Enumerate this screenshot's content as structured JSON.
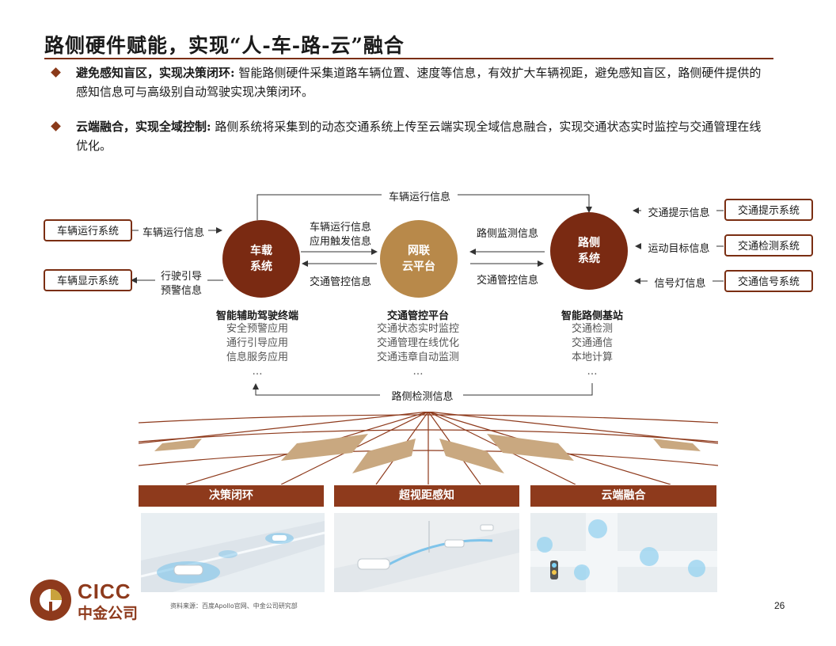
{
  "title": "路侧硬件赋能，实现“人-车-路-云”融合",
  "bullets": [
    {
      "head": "避免感知盲区，实现决策闭环:",
      "body": " 智能路侧硬件采集道路车辆位置、速度等信息，有效扩大车辆视距，避免感知盲区，路侧硬件提供的感知信息可与高级别自动驾驶实现决策闭环。"
    },
    {
      "head": "云端融合，实现全域控制:",
      "body": " 路侧系统将采集到的动态交通系统上传至云端实现全域信息融合，实现交通状态实时监控与交通管理在线优化。"
    }
  ],
  "diagram": {
    "left_systems": [
      "车辆运行系统",
      "车辆显示系统"
    ],
    "right_systems": [
      "交通提示系统",
      "交通检测系统",
      "交通信号系统"
    ],
    "nodes": {
      "vehicle": {
        "line1": "车载",
        "line2": "系统"
      },
      "cloud": {
        "line1": "网联",
        "line2": "云平台"
      },
      "roadside": {
        "line1": "路侧",
        "line2": "系统"
      }
    },
    "labels": {
      "top": "车辆运行信息",
      "bottom": "路侧检测信息",
      "left_upper": "车辆运行信息",
      "left_lower_1": "行驶引导",
      "left_lower_2": "预警信息",
      "vc_upper_1": "车辆运行信息",
      "vc_upper_2": "应用触发信息",
      "vc_lower": "交通管控信息",
      "cr_upper": "路侧监测信息",
      "cr_lower": "交通管控信息",
      "right_1": "交通提示信息",
      "right_2": "运动目标信息",
      "right_3": "信号灯信息"
    },
    "blocks": [
      {
        "title": "智能辅助驾驶终端",
        "items": [
          "安全预警应用",
          "通行引导应用",
          "信息服务应用",
          "…"
        ]
      },
      {
        "title": "交通管控平台",
        "items": [
          "交通状态实时监控",
          "交通管理在线优化",
          "交通违章自动监测",
          "…"
        ]
      },
      {
        "title": "智能路侧基站",
        "items": [
          "交通检测",
          "交通通信",
          "本地计算",
          "…"
        ]
      }
    ]
  },
  "banners": [
    "决策闭环",
    "超视距感知",
    "云端融合"
  ],
  "source": "资料来源：百度Apollo官网、中金公司研究部",
  "page_number": "26",
  "logo": {
    "en": "CICC",
    "cn": "中金公司"
  },
  "colors": {
    "brand": "#7a2e12",
    "node_dark": "#7a2a12",
    "node_gold": "#b8894a",
    "banner": "#8e3a1c"
  }
}
